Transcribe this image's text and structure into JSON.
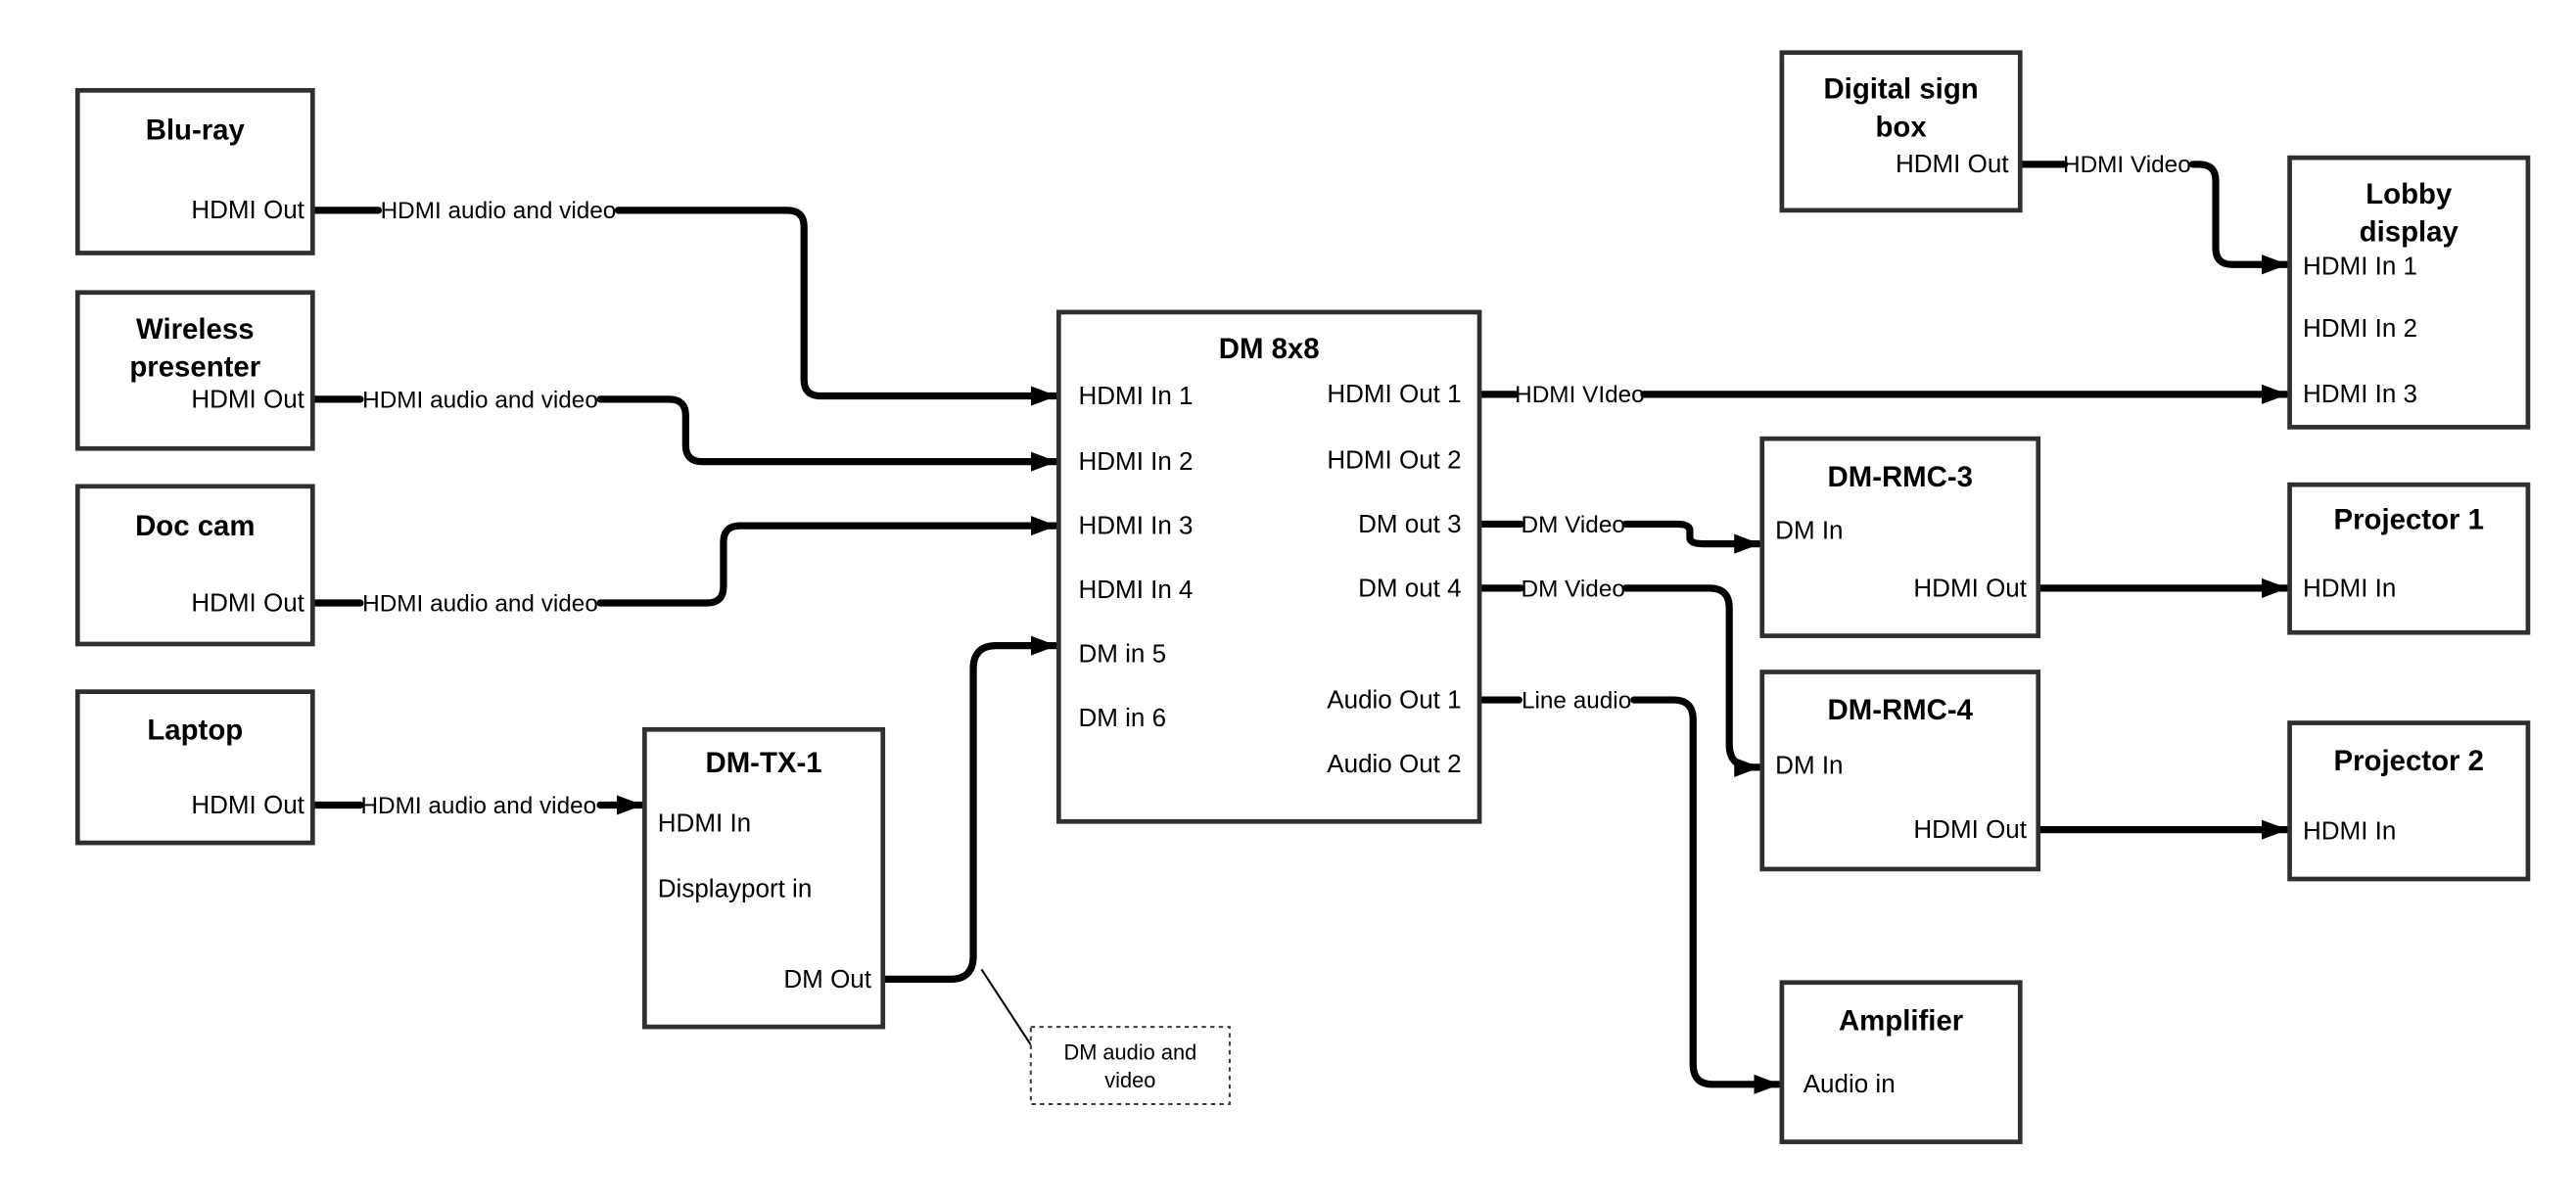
{
  "diagram": {
    "title_implicit": "AV signal flow diagram",
    "colors": {
      "background": "#ffffff",
      "box_border": "#2f2f2f",
      "wire": "#000000",
      "text": "#000000"
    },
    "nodes": {
      "bluray": {
        "title": [
          "Blu-ray"
        ],
        "ports": [
          "HDMI Out"
        ]
      },
      "wireless": {
        "title": [
          "Wireless",
          "presenter"
        ],
        "ports": [
          "HDMI Out"
        ]
      },
      "doccam": {
        "title": [
          "Doc cam"
        ],
        "ports": [
          "HDMI Out"
        ]
      },
      "laptop": {
        "title": [
          "Laptop"
        ],
        "ports": [
          "HDMI Out"
        ]
      },
      "dmtx1": {
        "title": [
          "DM-TX-1"
        ],
        "ports": [
          "HDMI In",
          "Displayport in",
          "DM Out"
        ]
      },
      "dm8x8": {
        "title": [
          "DM 8x8"
        ],
        "ports_left": [
          "HDMI In 1",
          "HDMI In 2",
          "HDMI In 3",
          "HDMI In 4",
          "DM in 5",
          "DM in 6"
        ],
        "ports_right": [
          "HDMI Out 1",
          "HDMI Out 2",
          "DM out 3",
          "DM out 4",
          "Audio Out 1",
          "Audio Out 2"
        ]
      },
      "digitalsign": {
        "title": [
          "Digital sign",
          "box"
        ],
        "ports": [
          "HDMI Out"
        ]
      },
      "lobby": {
        "title": [
          "Lobby",
          "display"
        ],
        "ports": [
          "HDMI In 1",
          "HDMI In 2",
          "HDMI In 3"
        ]
      },
      "dmrmc3": {
        "title": [
          "DM-RMC-3"
        ],
        "ports": [
          "DM In",
          "HDMI Out"
        ]
      },
      "proj1": {
        "title": [
          "Projector 1"
        ],
        "ports": [
          "HDMI In"
        ]
      },
      "dmrmc4": {
        "title": [
          "DM-RMC-4"
        ],
        "ports": [
          "DM In",
          "HDMI Out"
        ]
      },
      "proj2": {
        "title": [
          "Projector 2"
        ],
        "ports": [
          "HDMI In"
        ]
      },
      "amp": {
        "title": [
          "Amplifier"
        ],
        "ports": [
          "Audio in"
        ]
      }
    },
    "connections": {
      "bluray_to_dm8x8": {
        "from": "Blu-ray HDMI Out",
        "to": "DM 8x8 HDMI In 1",
        "label": "HDMI audio and video"
      },
      "wireless_to_dm8x8": {
        "from": "Wireless presenter HDMI Out",
        "to": "DM 8x8 HDMI In 2",
        "label": "HDMI audio and video"
      },
      "doccam_to_dm8x8": {
        "from": "Doc cam HDMI Out",
        "to": "DM 8x8 HDMI In 3",
        "label": "HDMI audio and video"
      },
      "laptop_to_dmtx1": {
        "from": "Laptop HDMI Out",
        "to": "DM-TX-1 HDMI In",
        "label": "HDMI audio and video"
      },
      "dmtx1_to_dm8x8": {
        "from": "DM-TX-1 DM Out",
        "to": "DM 8x8 DM in 5",
        "label": ""
      },
      "dm8x8_to_lobby": {
        "from": "DM 8x8 HDMI Out 1",
        "to": "Lobby display HDMI In 3",
        "label": "HDMI VIdeo"
      },
      "digitalsign_to_lobby": {
        "from": "Digital sign box HDMI Out",
        "to": "Lobby display HDMI In 1",
        "label": "HDMI Video"
      },
      "dm8x8_to_dmrmc3": {
        "from": "DM 8x8 DM out 3",
        "to": "DM-RMC-3 DM In",
        "label": "DM Video"
      },
      "dm8x8_to_dmrmc4": {
        "from": "DM 8x8 DM out 4",
        "to": "DM-RMC-4 DM In",
        "label": "DM Video"
      },
      "dm8x8_to_amp": {
        "from": "DM 8x8 Audio Out 1",
        "to": "Amplifier Audio in",
        "label": "Line audio"
      },
      "dmrmc3_to_proj1": {
        "from": "DM-RMC-3 HDMI Out",
        "to": "Projector 1 HDMI In",
        "label": ""
      },
      "dmrmc4_to_proj2": {
        "from": "DM-RMC-4 HDMI Out",
        "to": "Projector 2 HDMI In",
        "label": ""
      }
    },
    "note": {
      "lines": [
        "DM audio and",
        "video"
      ],
      "attached_to": "DM-TX-1 DM Out wire"
    }
  }
}
